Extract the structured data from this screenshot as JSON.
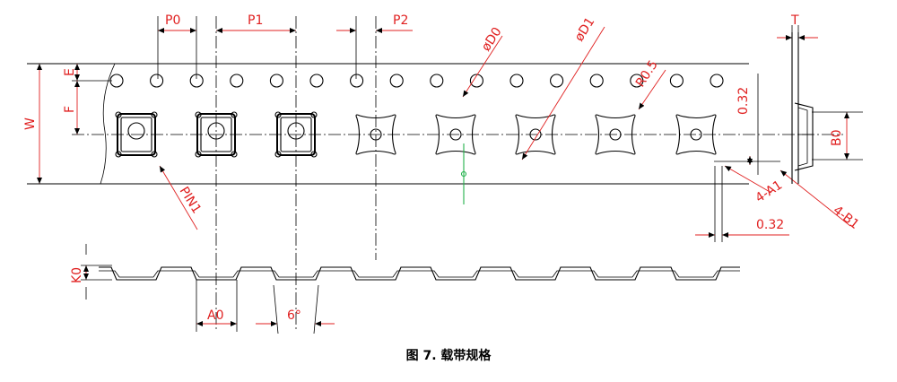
{
  "labels": {
    "p0": "P0",
    "p1": "P1",
    "p2": "P2",
    "d0": "øD0",
    "d1": "øD1",
    "r": "R0.5",
    "e": "E",
    "f": "F",
    "w": "W",
    "t": "T",
    "b0": "B0",
    "dim032_v": "0.32",
    "dim032_h": "0.32",
    "a1": "4-A1",
    "b1": "4-B1",
    "pin1": "PIN1",
    "k0": "K0",
    "a0": "A0",
    "angle": "6°"
  },
  "caption": "图 7. 载带规格",
  "colors": {
    "dimension": "#e02020",
    "outline": "#000000",
    "marker": "#22b14c"
  }
}
